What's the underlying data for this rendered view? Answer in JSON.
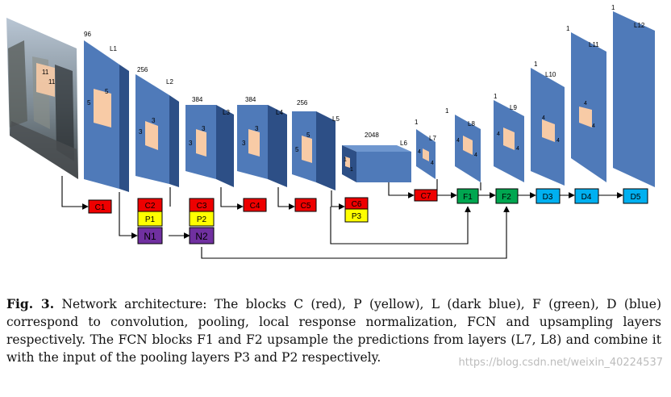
{
  "layers": [
    {
      "id": "L1",
      "channels": "96",
      "kernel": "5"
    },
    {
      "id": "L2",
      "channels": "256",
      "kernel": "3"
    },
    {
      "id": "L3",
      "channels": "384",
      "kernel": "3"
    },
    {
      "id": "L4",
      "channels": "384",
      "kernel": "3"
    },
    {
      "id": "L5",
      "channels": "256",
      "kernel": "5"
    },
    {
      "id": "L6",
      "channels": "2048",
      "kernel": "1"
    },
    {
      "id": "L7",
      "channels": "1",
      "kernel": "4"
    },
    {
      "id": "L8",
      "channels": "1",
      "kernel": "4"
    },
    {
      "id": "L9",
      "channels": "1",
      "kernel": "4"
    },
    {
      "id": "L10",
      "channels": "1",
      "kernel": "4"
    },
    {
      "id": "L11",
      "channels": "1",
      "kernel": "4"
    },
    {
      "id": "L12",
      "channels": "1",
      "kernel": ""
    }
  ],
  "blocks": {
    "C1": "C1",
    "C2": "C2",
    "P1": "P1",
    "N1": "N1",
    "C3": "C3",
    "P2": "P2",
    "N2": "N2",
    "C4": "C4",
    "C5": "C5",
    "C6": "C6",
    "P3": "P3",
    "C7": "C7",
    "F1": "F1",
    "F2": "F2",
    "D3": "D3",
    "D4": "D4",
    "D5": "D5"
  },
  "input_kernel": "11",
  "colors": {
    "layer_front": "#4f7ab9",
    "layer_side": "#2d4f86",
    "layer_top": "#6f97cf",
    "kernel": "#f8cba6",
    "conv_red": "#ee0000",
    "pool_yellow": "#ffff00",
    "norm_purple": "#7030a0",
    "fcn_green": "#00a650",
    "upsample_blue": "#00b0f0"
  },
  "caption": {
    "label": "Fig. 3.",
    "text": "Network architecture: The blocks C (red), P (yellow), L (dark blue), F (green), D (blue) correspond to convolution, pooling, local response normalization, FCN and upsampling layers respectively. The FCN blocks F1 and F2 upsample the predictions from layers (L7, L8) and combine it with the input of the pooling layers P3 and P2 respectively."
  },
  "watermark": "https://blog.csdn.net/weixin_40224537"
}
